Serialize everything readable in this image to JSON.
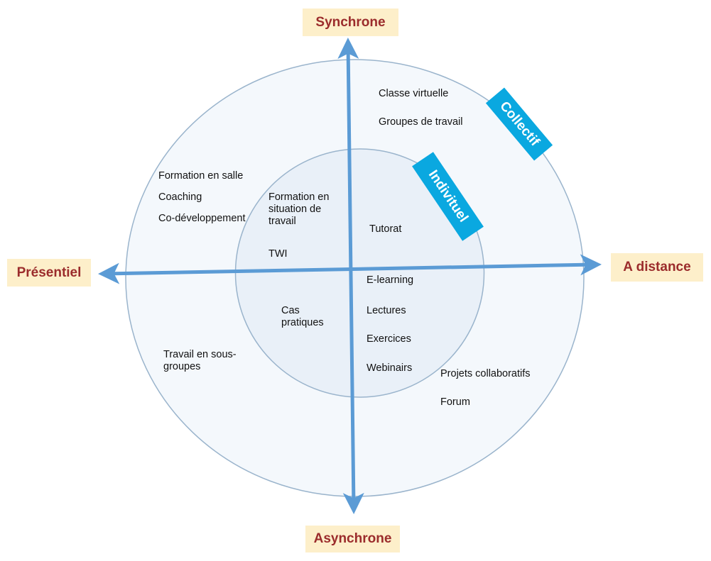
{
  "diagram": {
    "title": "",
    "axes": {
      "top": "Synchrone",
      "bottom": "Asynchrone",
      "left": "Présentiel",
      "right": "A distance"
    },
    "rings": {
      "inner_label": "Indivituel",
      "outer_label": "Collectif"
    },
    "colors": {
      "axis": "#5b9bd5",
      "pole_bg": "#fdefca",
      "pole_text": "#9b2c2c",
      "badge": "#0aa8e0",
      "inner_fill": "#e9f0f8",
      "outer_fill": "#f4f8fc",
      "ring_stroke": "#9ab4cc"
    },
    "items": {
      "outer_sync_distance": [
        "Classe virtuelle",
        "Groupes de travail"
      ],
      "outer_sync_presentiel": [
        "Formation en salle",
        "Coaching",
        "Co-développement"
      ],
      "inner_sync_presentiel": [
        "Formation en\nsituation de\ntravail",
        "TWI"
      ],
      "inner_sync_distance": [
        "Tutorat"
      ],
      "inner_async_presentiel": [
        "Cas\npratiques"
      ],
      "inner_async_distance": [
        "E-learning",
        "Lectures",
        "Exercices",
        "Webinairs"
      ],
      "outer_async_presentiel": [
        "Travail en sous-\ngroupes"
      ],
      "outer_async_distance": [
        "Projets collaboratifs",
        "Forum"
      ]
    }
  }
}
